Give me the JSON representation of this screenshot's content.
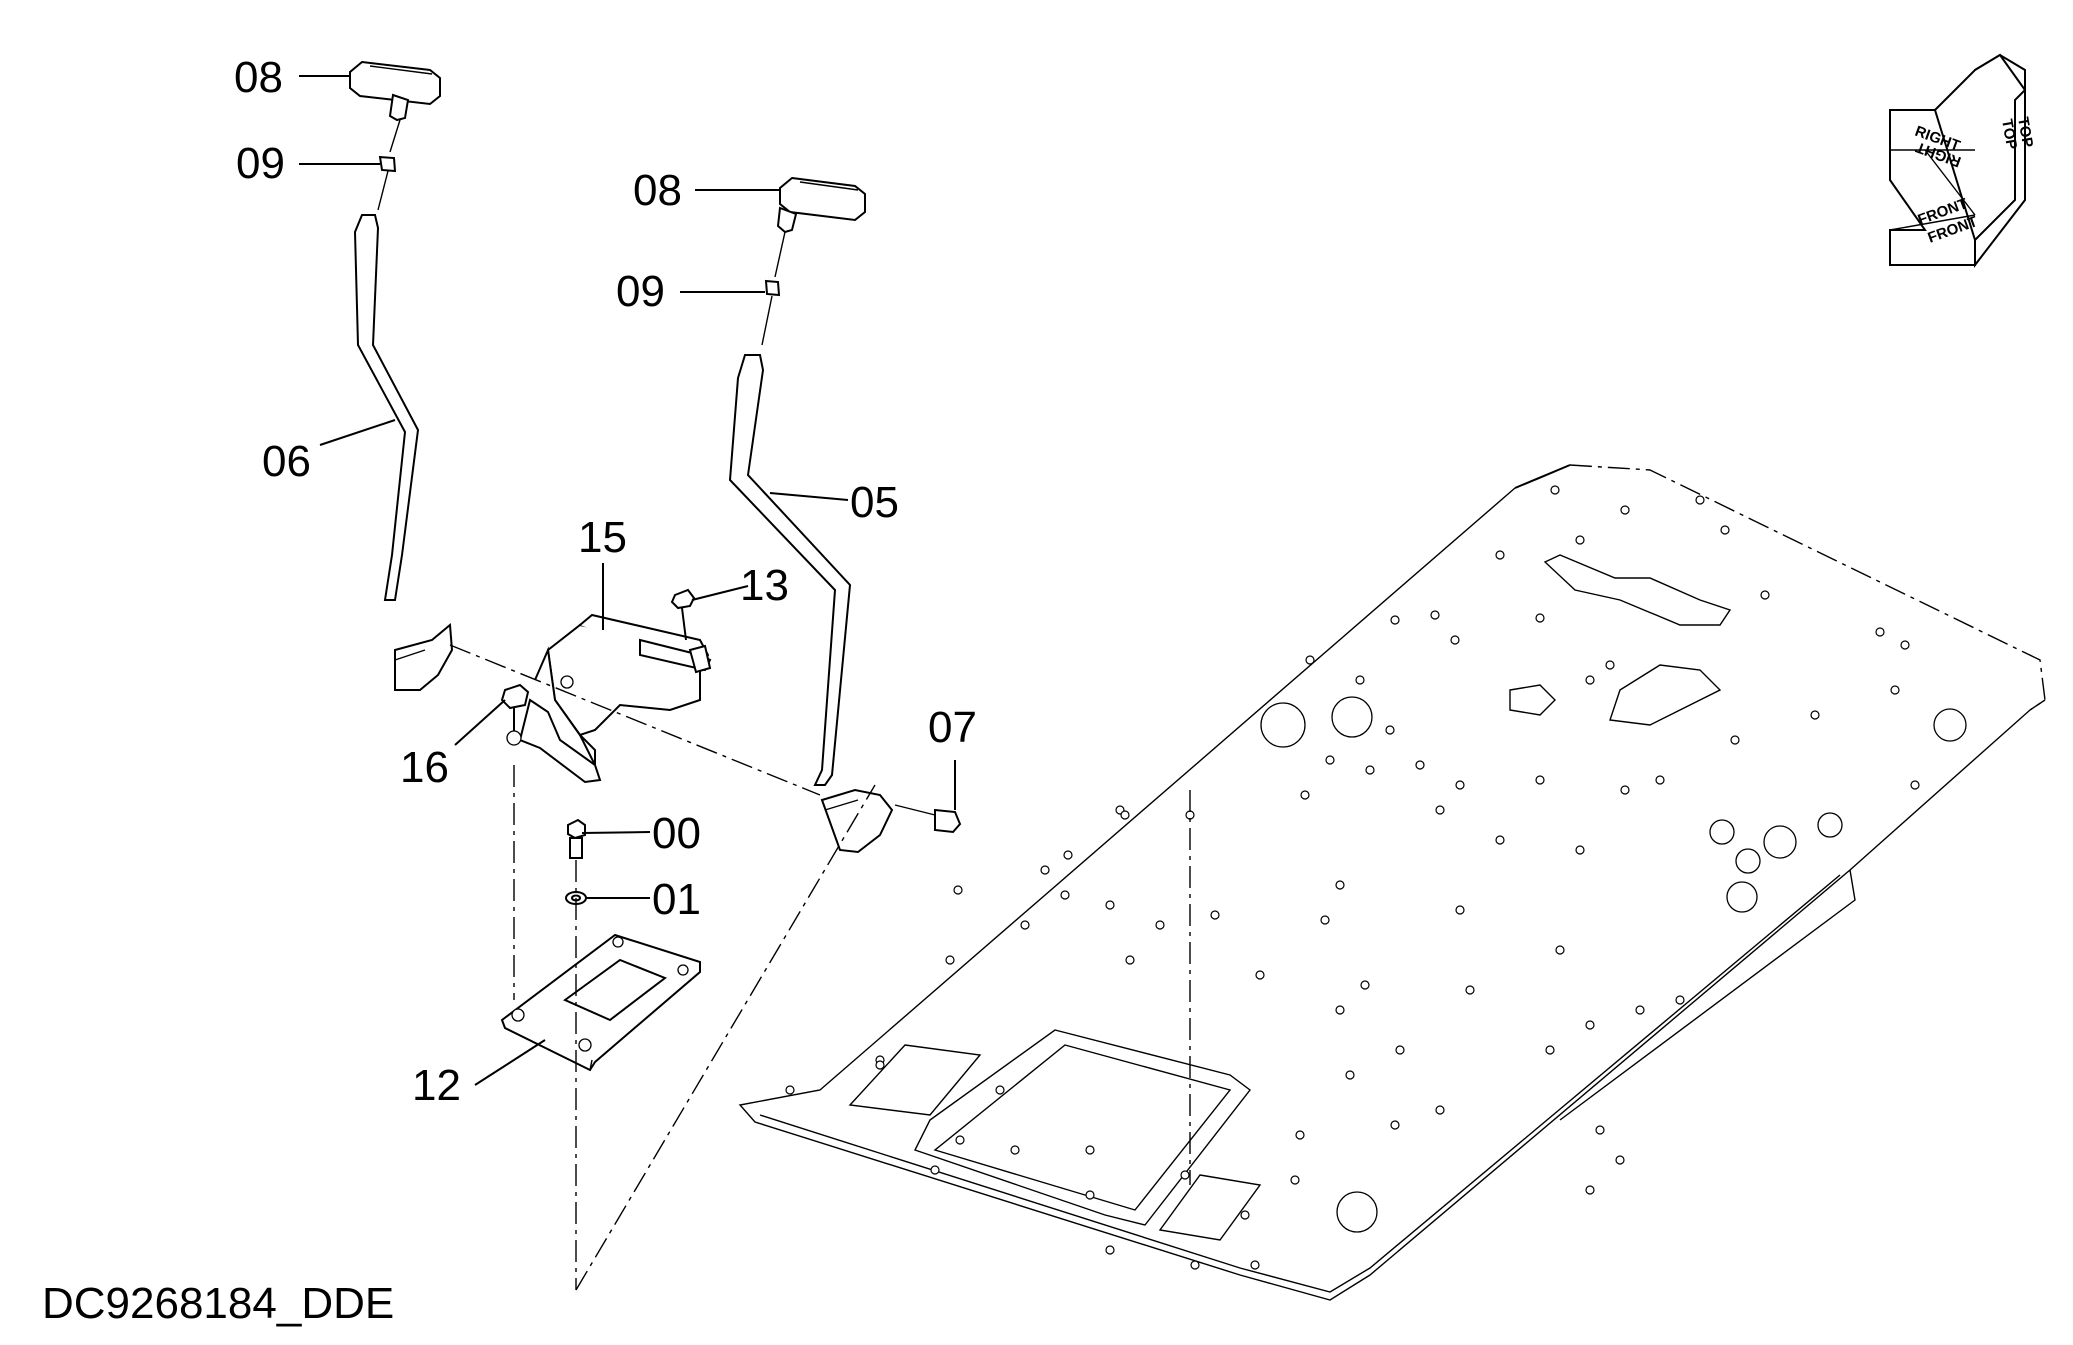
{
  "drawing_code": "DC9268184_DDE",
  "orientation": {
    "top": "TOP",
    "right": "RIGHT",
    "front": "FRONT"
  },
  "callouts": {
    "c08a": "08",
    "c09a": "09",
    "c06": "06",
    "c08b": "08",
    "c09b": "09",
    "c05": "05",
    "c15": "15",
    "c13": "13",
    "c16": "16",
    "c07": "07",
    "c00": "00",
    "c01": "01",
    "c12": "12"
  }
}
